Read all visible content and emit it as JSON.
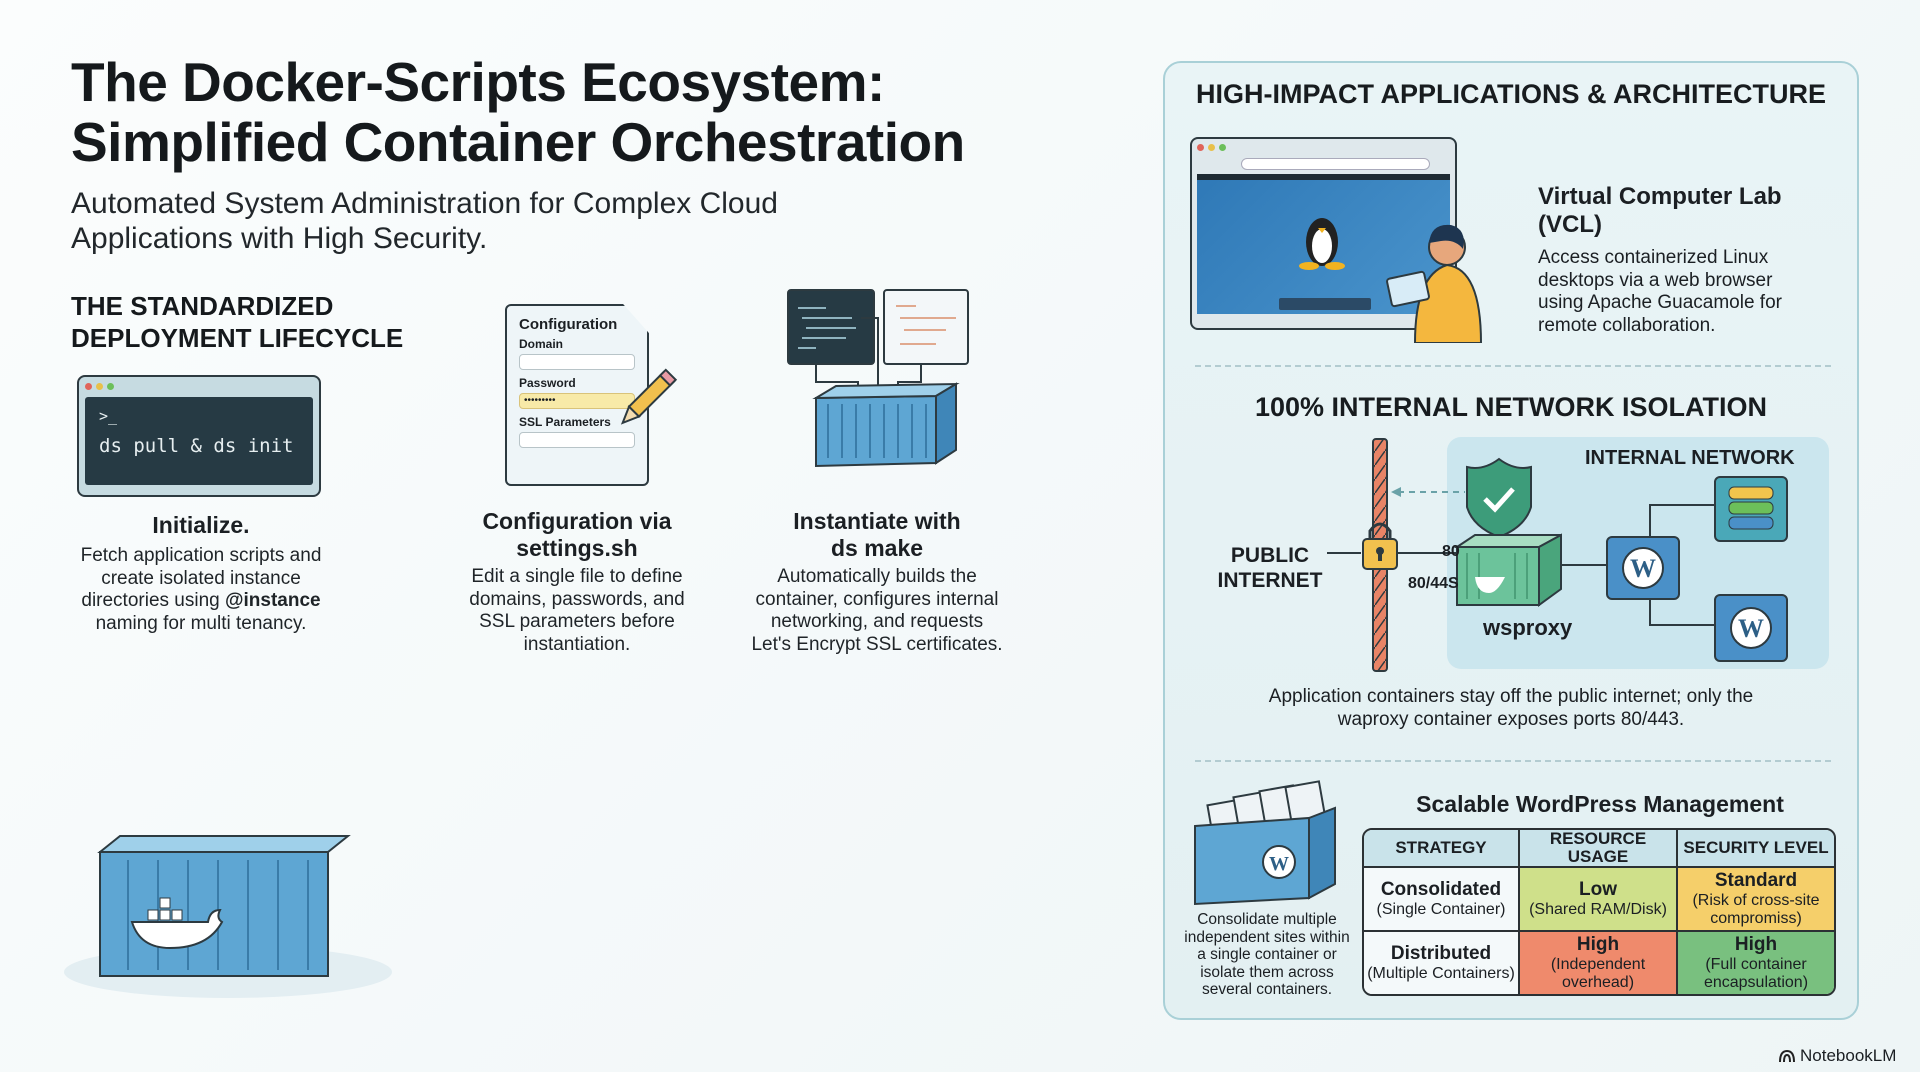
{
  "title": {
    "line1": "The Docker-Scripts Ecosystem:",
    "line2": "Simplified Container Orchestration"
  },
  "subtitle": {
    "line1": "Automated System Administration for Complex Cloud",
    "line2": "Applications with High Security."
  },
  "lifecycle": {
    "heading_line1": "THE STANDARDIZED",
    "heading_line2": "DEPLOYMENT LIFECYCLE",
    "terminal": {
      "prompt": ">_",
      "command": "ds pull & ds init"
    },
    "config_doc": {
      "title": "Configuration",
      "field1": "Domain",
      "field2": "Password",
      "password_mask": "•••••••••",
      "field3": "SSL Parameters"
    },
    "steps": [
      {
        "title_line1": "Initialize.",
        "title_line2": "",
        "desc": [
          "Fetch application scripts and",
          "create isolated instance",
          "directories using",
          "@instance",
          "naming for multi tenancy."
        ]
      },
      {
        "title_line1": "Configuration via",
        "title_line2": "settings.sh",
        "desc": [
          "Edit a single file to define",
          "domains, passwords, and",
          "SSL parameters before",
          "instantiation."
        ]
      },
      {
        "title_line1": "Instantiate with",
        "title_line2": "ds make",
        "desc": [
          "Automatically builds the",
          "container, configures internal",
          "networking, and requests",
          "Let's Encrypt SSL certificates."
        ]
      }
    ]
  },
  "panel": {
    "heading": "HIGH-IMPACT APPLICATIONS & ARCHITECTURE",
    "vcl": {
      "title": "Virtual Computer Lab (VCL)",
      "desc": [
        "Access containerized Linux",
        "desktops via a web browser",
        "using Apache Guacamole for",
        "remote collaboration."
      ]
    },
    "isolation": {
      "heading": "100% INTERNAL NETWORK ISOLATION",
      "public_line1": "PUBLIC",
      "public_line2": "INTERNET",
      "port1": "80",
      "port2": "80/44S",
      "internal_label": "INTERNAL NETWORK",
      "proxy_label": "wsproxy",
      "caption_line1": "Application containers stay off the public internet; only the",
      "caption_line2": "waproxy container exposes ports 80/443."
    },
    "wordpress": {
      "heading": "Scalable WordPress Management",
      "icon_caption": [
        "Consolidate multiple",
        "independent sites within",
        "a single container or",
        "isolate them across",
        "several containers."
      ],
      "columns": [
        "STRATEGY",
        "RESOURCE USAGE",
        "SECURITY LEVEL"
      ],
      "rows": [
        {
          "strategy": "Consolidated",
          "strategy_note": "(Single Container)",
          "resource": "Low",
          "resource_note": "(Shared RAM/Disk)",
          "security": "Standard",
          "security_note": "(Risk of cross-site compromiss)",
          "resource_color": "#cfe08a",
          "security_color": "#f5cf6a"
        },
        {
          "strategy": "Distributed",
          "strategy_note": "(Multiple Containers)",
          "resource": "High",
          "resource_note": "(Independent overhead)",
          "security": "High",
          "security_note": "(Full container encapsulation)",
          "resource_color": "#ef8a6c",
          "security_color": "#79c07f"
        }
      ]
    }
  },
  "footer": {
    "brand": "NotebookLM"
  }
}
